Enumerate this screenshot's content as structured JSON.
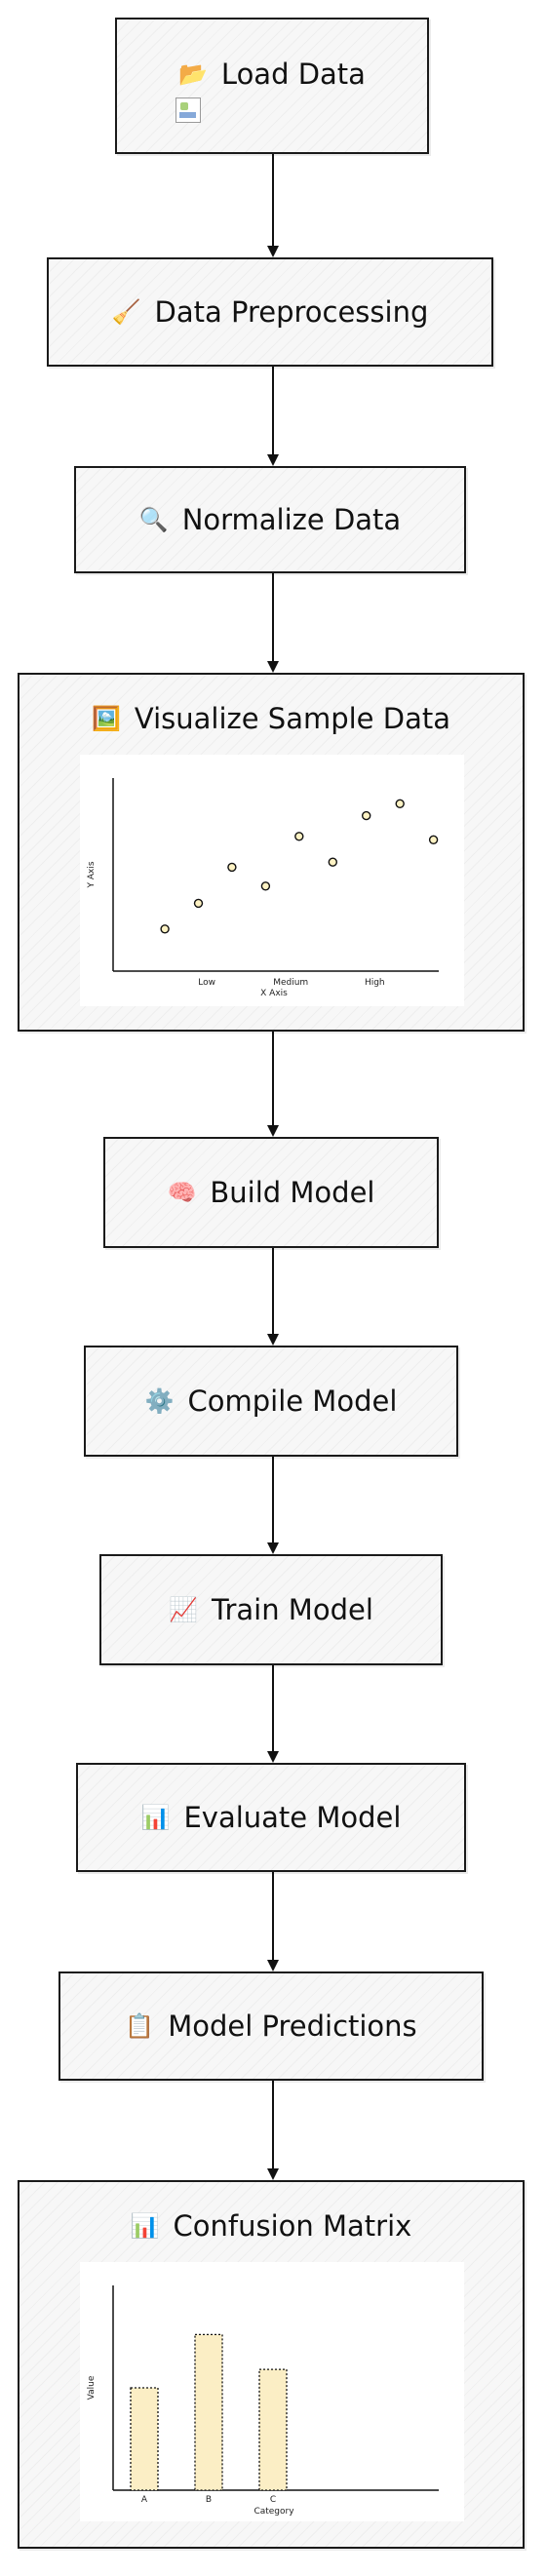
{
  "nodes": [
    {
      "icon": "📂",
      "icon_name": "folder-icon",
      "label": "Load Data"
    },
    {
      "icon": "🧹",
      "icon_name": "broom-icon",
      "label": "Data Preprocessing"
    },
    {
      "icon": "🔍",
      "icon_name": "magnifier-icon",
      "label": "Normalize Data"
    },
    {
      "icon": "🖼️",
      "icon_name": "picture-icon",
      "label": "Visualize Sample Data"
    },
    {
      "icon": "🧠",
      "icon_name": "brain-icon",
      "label": "Build Model"
    },
    {
      "icon": "⚙️",
      "icon_name": "gear-icon",
      "label": "Compile Model"
    },
    {
      "icon": "📈",
      "icon_name": "chart-increasing-icon",
      "label": "Train Model"
    },
    {
      "icon": "📊",
      "icon_name": "bar-chart-icon",
      "label": "Evaluate Model"
    },
    {
      "icon": "📋",
      "icon_name": "clipboard-icon",
      "label": "Model Predictions"
    },
    {
      "icon": "📊",
      "icon_name": "bar-chart-icon",
      "label": "Confusion Matrix"
    }
  ],
  "chart_data": [
    {
      "type": "scatter",
      "xlabel": "X Axis",
      "ylabel": "Y Axis",
      "x_tick_labels": [
        "Low",
        "Medium",
        "High"
      ],
      "x_tick_positions": [
        1,
        2,
        3
      ],
      "xlim": [
        0,
        3.6
      ],
      "ylim": [
        0,
        10
      ],
      "points": [
        {
          "x": 0.5,
          "y": 2.0
        },
        {
          "x": 0.9,
          "y": 3.5
        },
        {
          "x": 1.3,
          "y": 5.6
        },
        {
          "x": 1.7,
          "y": 4.5
        },
        {
          "x": 2.1,
          "y": 7.4
        },
        {
          "x": 2.5,
          "y": 5.9
        },
        {
          "x": 2.9,
          "y": 8.6
        },
        {
          "x": 3.3,
          "y": 9.3
        },
        {
          "x": 3.7,
          "y": 7.2
        }
      ],
      "marker_color": "#fff3c4"
    },
    {
      "type": "bar",
      "xlabel": "Category",
      "ylabel": "Value",
      "categories": [
        "A",
        "B",
        "C"
      ],
      "values": [
        5.0,
        7.6,
        5.9
      ],
      "ylim": [
        0,
        10
      ],
      "bar_color": "#fbeec5"
    }
  ]
}
